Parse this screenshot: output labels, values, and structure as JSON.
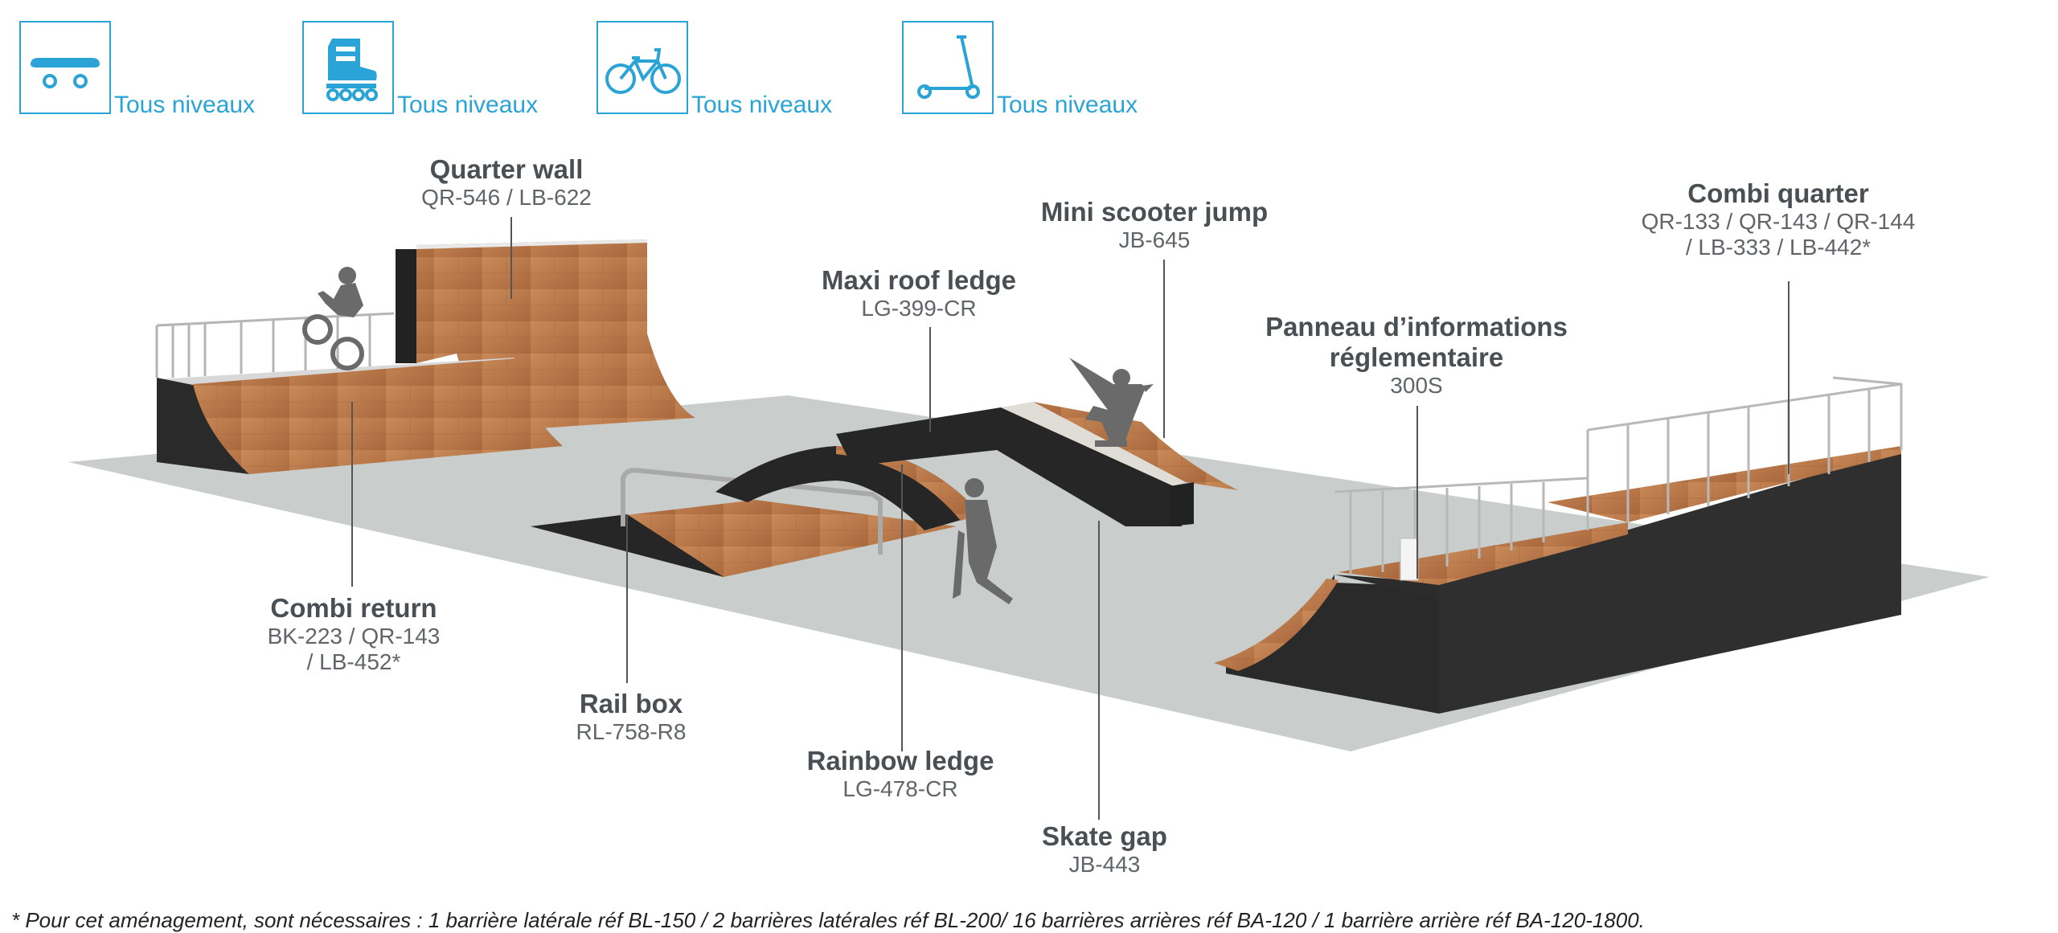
{
  "levels": [
    {
      "icon": "skateboard-icon",
      "text": "Tous niveaux"
    },
    {
      "icon": "roller-skate-icon",
      "text": "Tous niveaux"
    },
    {
      "icon": "bmx-bike-icon",
      "text": "Tous niveaux"
    },
    {
      "icon": "scooter-icon",
      "text": "Tous niveaux"
    }
  ],
  "labels": {
    "quarter_wall": {
      "name": "Quarter wall",
      "ref": "QR-546 / LB-622"
    },
    "mini_scooter_jump": {
      "name": "Mini scooter jump",
      "ref": "JB-645"
    },
    "maxi_roof_ledge": {
      "name": "Maxi roof ledge",
      "ref": "LG-399-CR"
    },
    "panneau": {
      "name_line1": "Panneau d’informations",
      "name_line2": "réglementaire",
      "ref": "300S"
    },
    "combi_quarter": {
      "name": "Combi quarter",
      "ref_line1": "QR-133 / QR-143 / QR-144",
      "ref_line2": "/ LB-333 / LB-442*"
    },
    "combi_return": {
      "name": "Combi return",
      "ref_line1": "BK-223 / QR-143",
      "ref_line2": "/ LB-452*"
    },
    "rail_box": {
      "name": "Rail box",
      "ref": "RL-758-R8"
    },
    "rainbow_ledge": {
      "name": "Rainbow ledge",
      "ref": "LG-478-CR"
    },
    "skate_gap": {
      "name": "Skate gap",
      "ref": "JB-443"
    }
  },
  "colors": {
    "accent": "#2aa3d6",
    "ground": "#c9cecc",
    "wood": "#b97a4c",
    "dark_panel": "#2b2b2b",
    "text_dark": "#4a4f53"
  },
  "footnote": "* Pour cet aménagement, sont nécessaires : 1 barrière latérale réf BL-150 / 2 barrières latérales réf BL-200/ 16 barrières arrières réf BA-120 / 1 barrière arrière réf BA-120-1800."
}
